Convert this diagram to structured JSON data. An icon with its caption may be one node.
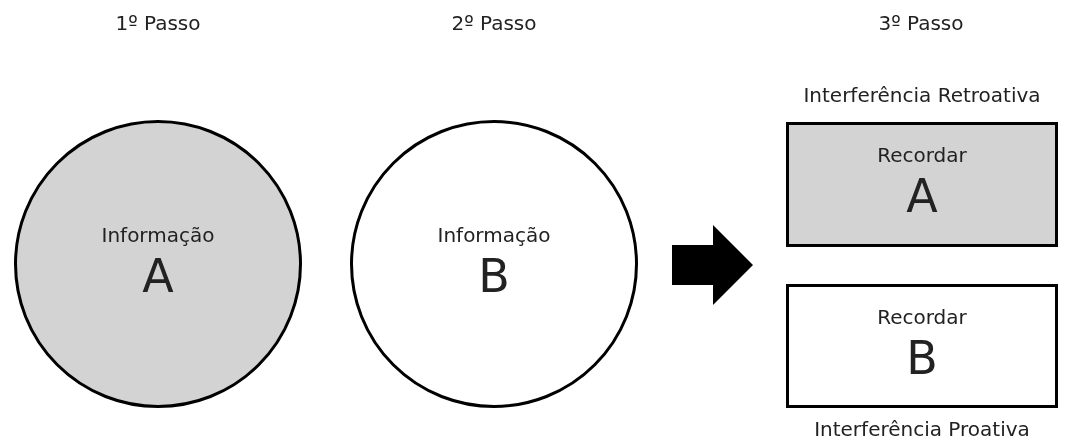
{
  "diagram": {
    "nodes": [
      {
        "text": [
          "Informação",
          "A"
        ]
      },
      {
        "text": [
          "Informação",
          "B"
        ]
      },
      {
        "text": [
          "Recordar",
          "A"
        ],
        "beside": [
          "Interferência Retroativa"
        ]
      },
      {
        "text": [
          "Recordar",
          "B"
        ],
        "beside": [
          "Interferência Proativa"
        ]
      }
    ],
    "labels": [
      "1º Passo",
      "2º Passo",
      "3º Passo"
    ]
  }
}
